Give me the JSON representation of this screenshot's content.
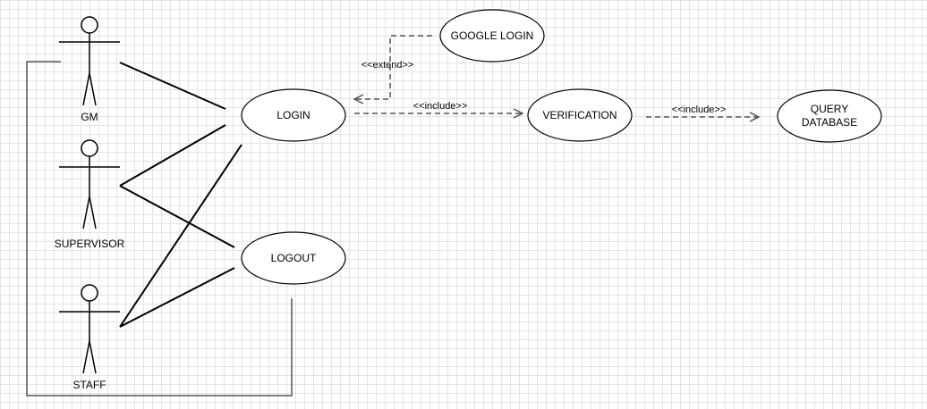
{
  "actors": {
    "gm": "GM",
    "supervisor": "SUPERVISOR",
    "staff": "STAFF"
  },
  "use_cases": {
    "google_login": "GOOGLE LOGIN",
    "login": "LOGIN",
    "verification": "VERIFICATION",
    "query_line1": "QUERY",
    "query_line2": "DATABASE",
    "logout": "LOGOUT"
  },
  "relations": {
    "extend": "<<extend>>",
    "include_login_verification": "<<include>>",
    "include_verification_query": "<<include>>"
  },
  "colors": {
    "stroke": "#000000",
    "dashed": "#555555",
    "grid": "#e4e4e4",
    "background": "#ffffff"
  }
}
